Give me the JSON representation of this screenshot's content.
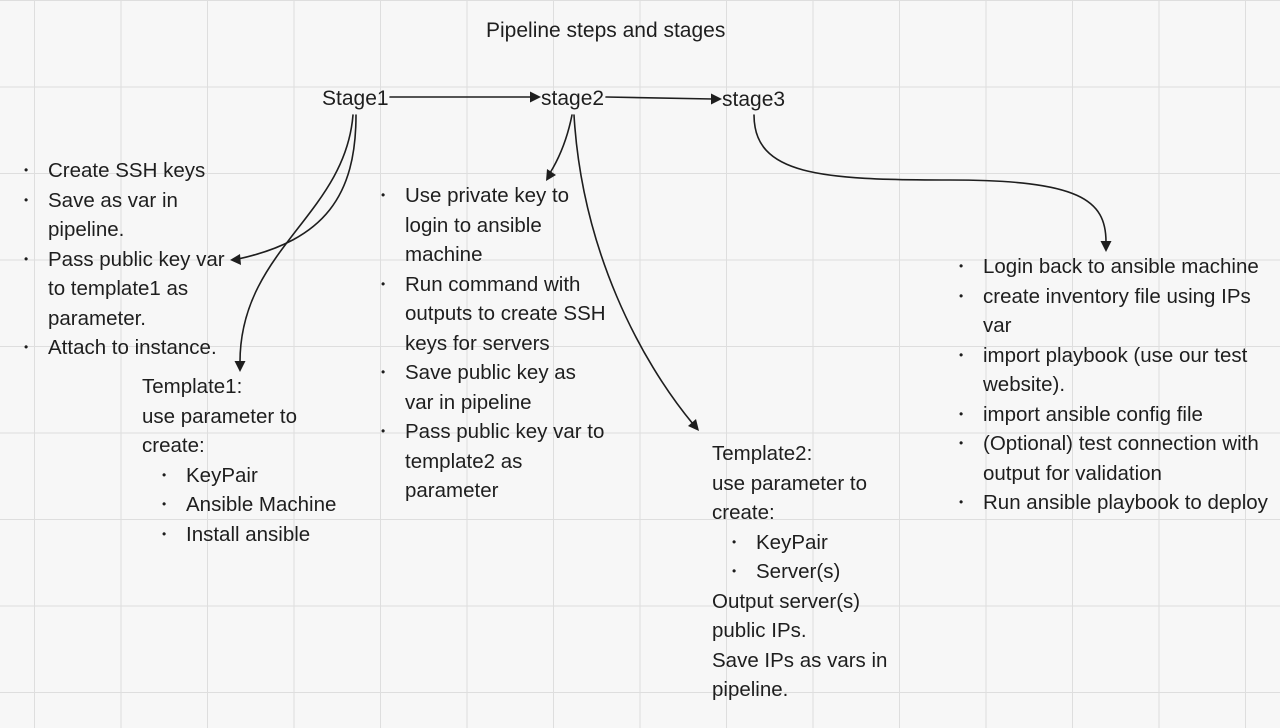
{
  "title": "Pipeline steps and stages",
  "stages": [
    "Stage1",
    "stage2",
    "stage3"
  ],
  "stage1_items": [
    "Create SSH keys",
    "Save as var in pipeline.",
    "Pass public key var to template1 as parameter.",
    "Attach to instance."
  ],
  "template1": {
    "heading": "Template1:",
    "line": "use parameter to create:",
    "items": [
      "KeyPair",
      "Ansible Machine",
      "Install ansible"
    ]
  },
  "stage2_items": [
    "Use private key to login to ansible machine",
    "Run command with outputs to create SSH keys for servers",
    "Save public key as var in pipeline",
    "Pass public key var to template2 as parameter"
  ],
  "template2": {
    "heading": "Template2:",
    "line": "use parameter to create:",
    "items": [
      "KeyPair",
      "Server(s)"
    ],
    "after": [
      "Output server(s) public IPs.",
      "Save IPs as vars in pipeline."
    ]
  },
  "stage3_items": [
    "Login back to ansible machine",
    "create inventory file using IPs var",
    "import playbook (use our test website).",
    "import ansible config file",
    "(Optional) test connection with output for validation",
    "Run ansible playbook to deploy"
  ]
}
